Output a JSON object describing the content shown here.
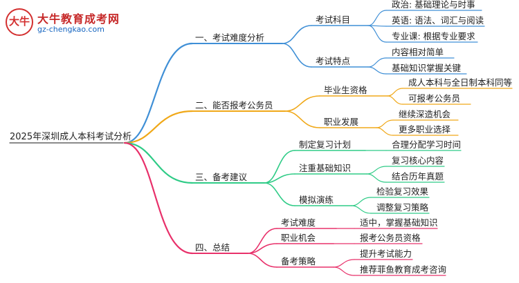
{
  "logo": {
    "badge_text": "大牛",
    "title": "大牛教育成考网",
    "url": "gz-chengkao.com"
  },
  "mindmap": {
    "root": "2025年深圳成人本科考试分析",
    "colors": {
      "blue": "#3f8fd6",
      "orange": "#f0a818",
      "green": "#2ecb86",
      "red": "#e8306a"
    },
    "branches": [
      {
        "label": "一、考试难度分析",
        "color": "blue",
        "children": [
          {
            "label": "考试科目",
            "children": [
              "政治: 基础理论与时事",
              "英语: 语法、词汇与阅读",
              "专业课: 根据专业要求"
            ]
          },
          {
            "label": "考试特点",
            "children": [
              "内容相对简单",
              "基础知识掌握关键"
            ]
          }
        ]
      },
      {
        "label": "二、能否报考公务员",
        "color": "orange",
        "children": [
          {
            "label": "毕业生资格",
            "children": [
              "成人本科与全日制本科同等",
              "可报考公务员"
            ]
          },
          {
            "label": "职业发展",
            "children": [
              "继续深造机会",
              "更多职业选择"
            ]
          }
        ]
      },
      {
        "label": "三、备考建议",
        "color": "green",
        "children": [
          {
            "label": "制定复习计划",
            "children": [
              "合理分配学习时间"
            ]
          },
          {
            "label": "注重基础知识",
            "children": [
              "复习核心内容",
              "结合历年真题"
            ]
          },
          {
            "label": "模拟演练",
            "children": [
              "检验复习效果",
              "调整复习策略"
            ]
          }
        ]
      },
      {
        "label": "四、总结",
        "color": "red",
        "children": [
          {
            "label": "考试难度",
            "children": [
              "适中，掌握基础知识"
            ]
          },
          {
            "label": "职业机会",
            "children": [
              "报考公务员资格"
            ]
          },
          {
            "label": "备考策略",
            "children": [
              "提升考试能力",
              "推荐菲鱼教育成考咨询"
            ]
          }
        ]
      }
    ]
  }
}
